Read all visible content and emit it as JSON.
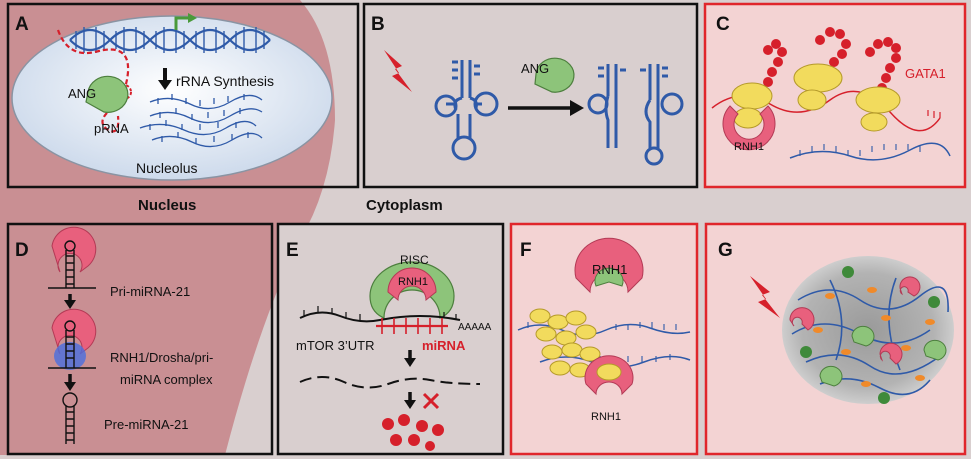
{
  "colors": {
    "nucleus": "#c98f93",
    "cytoplasm": "#d9cfcf",
    "red_panel_bg": "#f3d3d3",
    "rnh1": "#e8607d",
    "ang": "#8dc47a",
    "yellow": "#f2db5d",
    "dna_blue": "#2f5aa8",
    "red": "#d6202b",
    "black_border": "#111111",
    "red_border": "#e0262b"
  },
  "regions": {
    "nucleus_label": "Nucleus",
    "cytoplasm_label": "Cytoplasm"
  },
  "panels": {
    "A": {
      "letter": "A",
      "rrna_label": "rRNA Synthesis",
      "ang_label": "ANG",
      "prna_label": "pRNA",
      "nucleolus_label": "Nucleolus"
    },
    "B": {
      "letter": "B",
      "ang_label": "ANG"
    },
    "C": {
      "letter": "C",
      "gata1_label": "GATA1",
      "rnh1_label": "RNH1"
    },
    "D": {
      "letter": "D",
      "pri_label": "Pri-miRNA-21",
      "complex_label_1": "RNH1/Drosha/pri-",
      "complex_label_2": "miRNA complex",
      "pre_label": "Pre-miRNA-21"
    },
    "E": {
      "letter": "E",
      "risc_label": "RISC",
      "rnh1_label": "RNH1",
      "polya_label": "AAAAA",
      "utr_label": "mTOR 3’UTR",
      "mirna_label": "miRNA"
    },
    "F": {
      "letter": "F",
      "rnh1_top_label": "RNH1",
      "rnh1_bottom_label": "RNH1"
    },
    "G": {
      "letter": "G"
    }
  },
  "icons": [
    "lightning-bolt-icon",
    "transcription-arrow-icon",
    "red-x-icon"
  ]
}
